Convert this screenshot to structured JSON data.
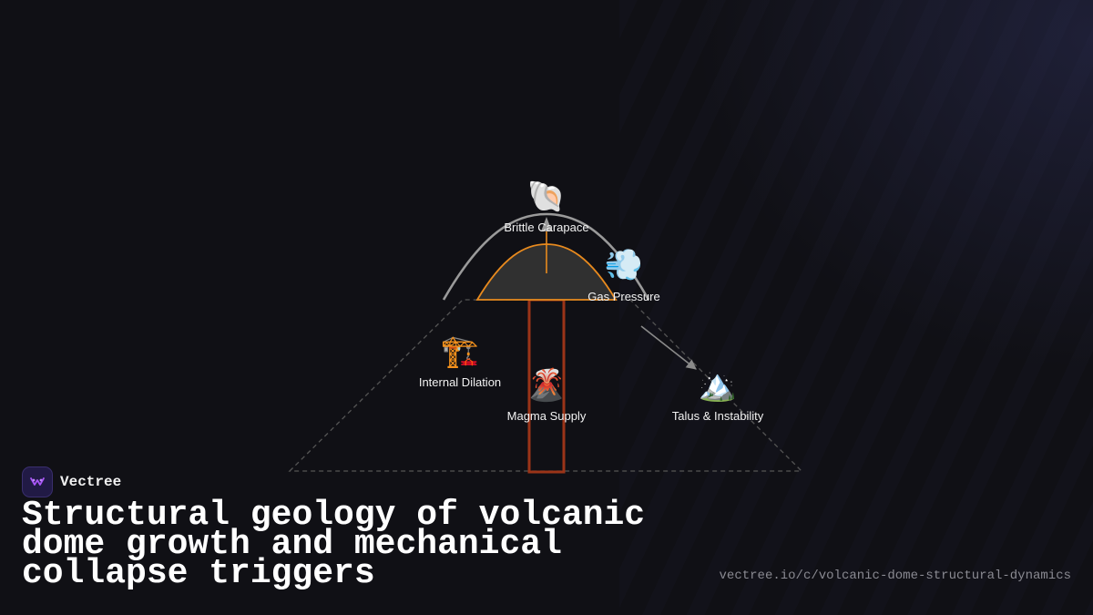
{
  "diagram": {
    "nodes": {
      "brittle_carapace": {
        "label": "Brittle Carapace",
        "icon": "spiral-shell-icon",
        "glyph": "🐚"
      },
      "gas_pressure": {
        "label": "Gas Pressure",
        "icon": "dash-wind-icon",
        "glyph": "💨"
      },
      "internal_dilation": {
        "label": "Internal Dilation",
        "icon": "construction-crane-icon",
        "glyph": "🏗️"
      },
      "magma_supply": {
        "label": "Magma Supply",
        "icon": "volcano-icon",
        "glyph": "🌋"
      },
      "talus_instability": {
        "label": "Talus & Instability",
        "icon": "snow-capped-mountain-icon",
        "glyph": "🏔️"
      }
    },
    "colors": {
      "carapace": "#9a9a9a",
      "dome_outline": "#e88a1e",
      "dome_fill": "#303030",
      "conduit": "#9b3418",
      "edifice": "#555555",
      "arrow": "#8a8a8a"
    }
  },
  "brand": {
    "name": "Vectree",
    "logo_icon": "vectree-logo-icon",
    "accent": "#a855f7"
  },
  "title": "Structural geology of volcanic dome growth and mechanical collapse triggers",
  "url": "vectree.io/c/volcanic-dome-structural-dynamics"
}
